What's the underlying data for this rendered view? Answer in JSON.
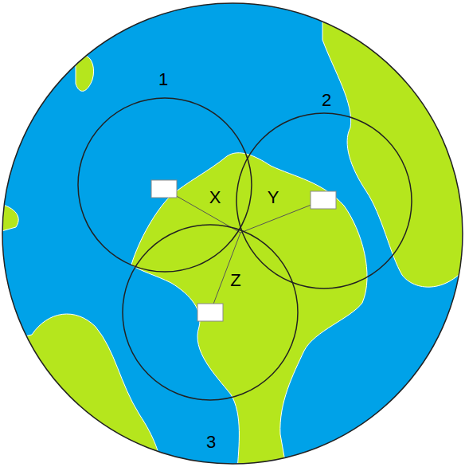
{
  "diagram": {
    "nodes": [
      {
        "text": [
          "1"
        ]
      },
      {
        "text": [
          "2"
        ]
      },
      {
        "text": [
          "3"
        ]
      }
    ],
    "labels": [
      "X",
      "Y",
      "Z"
    ]
  }
}
